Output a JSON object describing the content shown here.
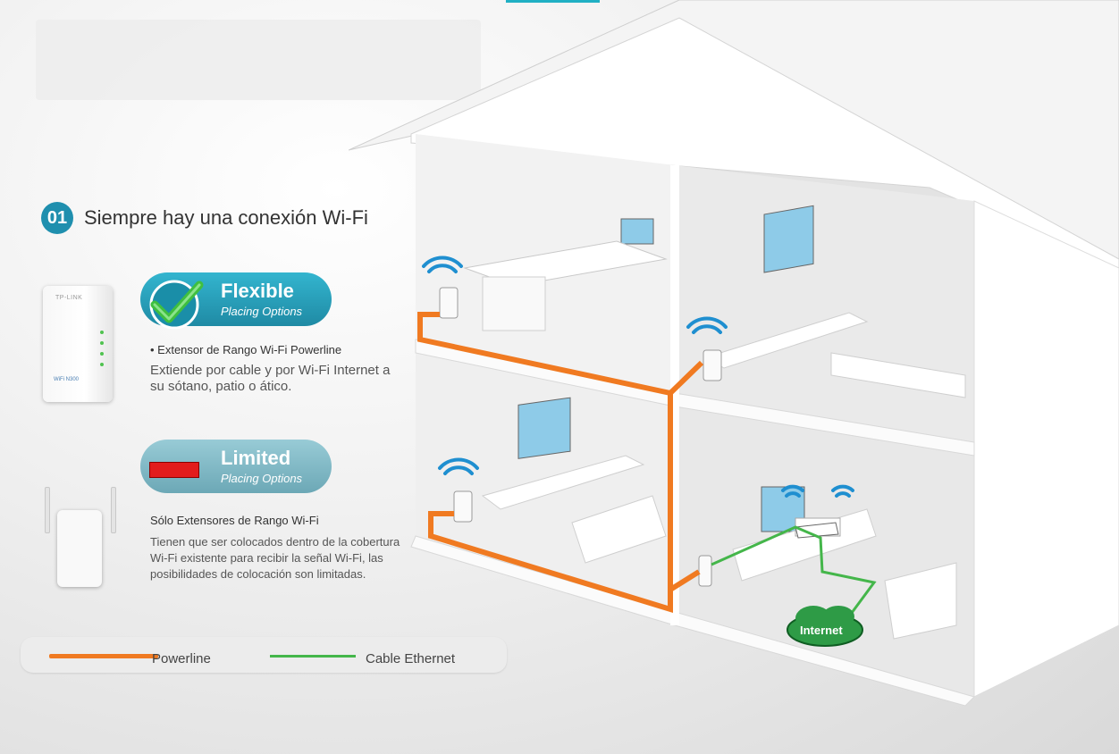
{
  "step": {
    "number": "01",
    "title": "Siempre hay una conexión Wi-Fi"
  },
  "devices": {
    "powerline_brand": "TP-LINK",
    "powerline_model": "WiFi N300"
  },
  "flexible": {
    "title": "Flexible",
    "subtitle": "Placing Options",
    "heading": "• Extensor de Rango Wi-Fi Powerline",
    "description": "Extiende por cable y por Wi-Fi Internet a su sótano, patio o ático.",
    "icon": "check-icon",
    "accent": "#1f8aa4"
  },
  "limited": {
    "title": "Limited",
    "subtitle": "Placing Options",
    "heading": "Sólo Extensores de Rango Wi-Fi",
    "description": "Tienen que ser colocados dentro de la cobertura Wi-Fi existente para recibir la señal Wi-Fi, las posibilidades de colocación son limitadas.",
    "icon": "red-bar-icon",
    "accent": "#e21c1c"
  },
  "legend": {
    "powerline_label": "Powerline",
    "ethernet_label": "Cable Ethernet",
    "powerline_color": "#f07a21",
    "ethernet_color": "#44b64a"
  },
  "house": {
    "internet_label": "Internet"
  }
}
